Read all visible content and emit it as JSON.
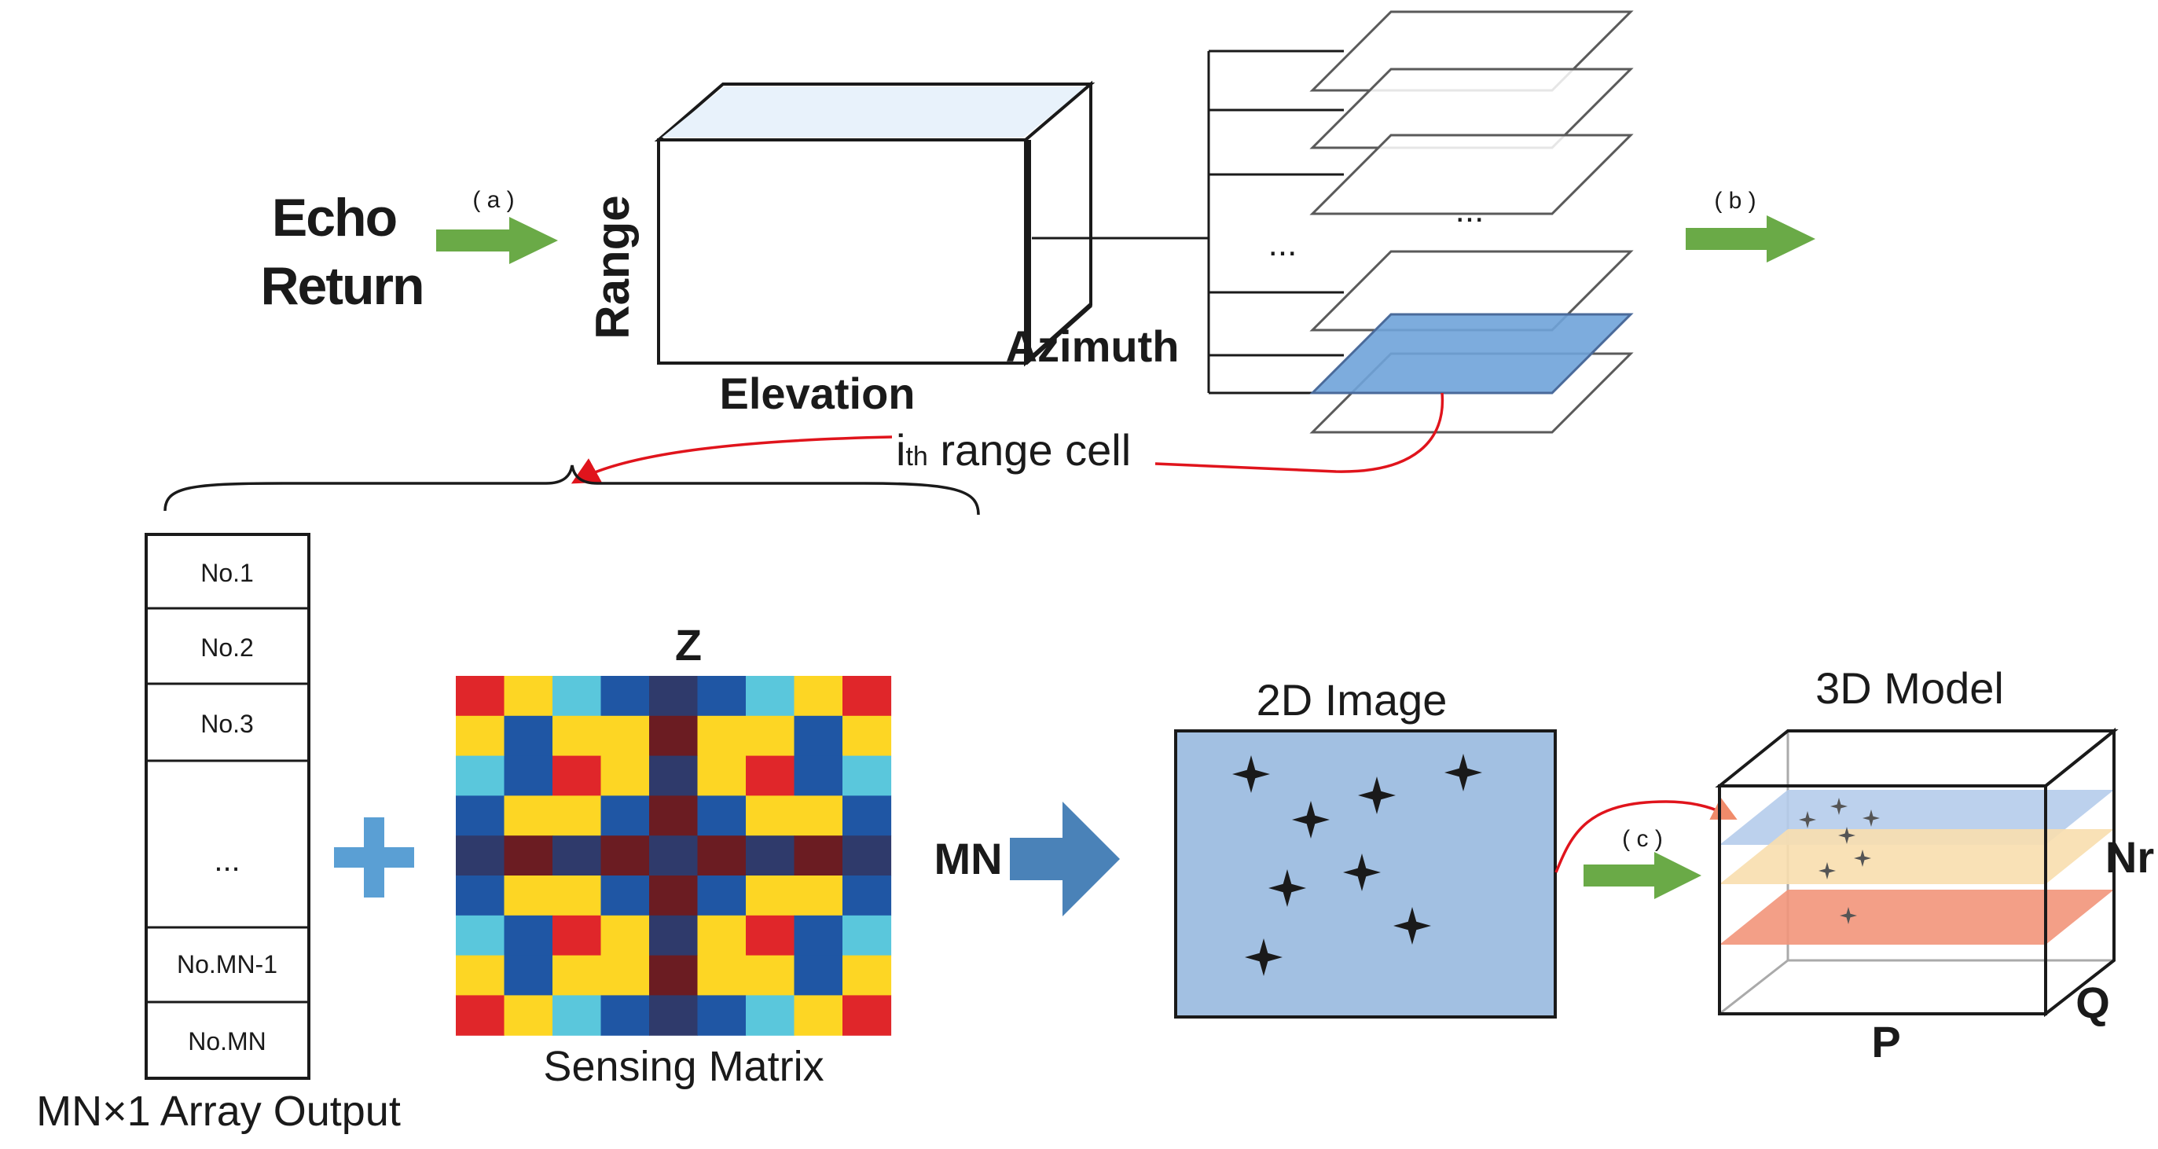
{
  "labels": {
    "echo_line1": "Echo",
    "echo_line2": "Return",
    "step_a": "( a )",
    "step_b": "( b )",
    "step_c": "( c )",
    "range": "Range",
    "elevation": "Elevation",
    "azimuth": "Azimuth",
    "ellipsis_stack_inner": "...",
    "ellipsis_stack_left": "...",
    "range_cell_i": "i",
    "range_cell_th": "th",
    "range_cell_rest": " range cell",
    "z": "Z",
    "mn": "MN",
    "sensing_matrix": "Sensing Matrix",
    "array_output": "MN×1 Array Output",
    "image_2d": "2D Image",
    "model_3d": "3D Model",
    "nr": "Nr",
    "p": "P",
    "q": "Q"
  },
  "array_cells": [
    "No.1",
    "No.2",
    "No.3",
    "...",
    "No.MN-1",
    "No.MN"
  ],
  "colors": {
    "green_arrow": "#6aaa47",
    "blue_arrow": "#4a82b8",
    "plus": "#5a9fd4",
    "red_line": "#e0141c",
    "highlight_slice": "#6fa3d9",
    "image_bg": "#a2c0e2",
    "matrix": {
      "R": "#e0262a",
      "Y": "#fdd624",
      "C": "#5ac7dc",
      "B": "#1f56a4",
      "D": "#2f3a6b",
      "M": "#6b1c22"
    },
    "model_slices": [
      "#b5cceb",
      "#f8deae",
      "#f2957a"
    ]
  },
  "sensing_matrix_pattern": [
    "RYCBDBCYR",
    "YBYYMYYBY",
    "CBRYDYRBC",
    "BYYBMBYYB",
    "DMDMDMDMD",
    "BYYBMBYYB",
    "CBRYDYRBC",
    "YBYYMYYBY",
    "RYCBDBCYR"
  ]
}
